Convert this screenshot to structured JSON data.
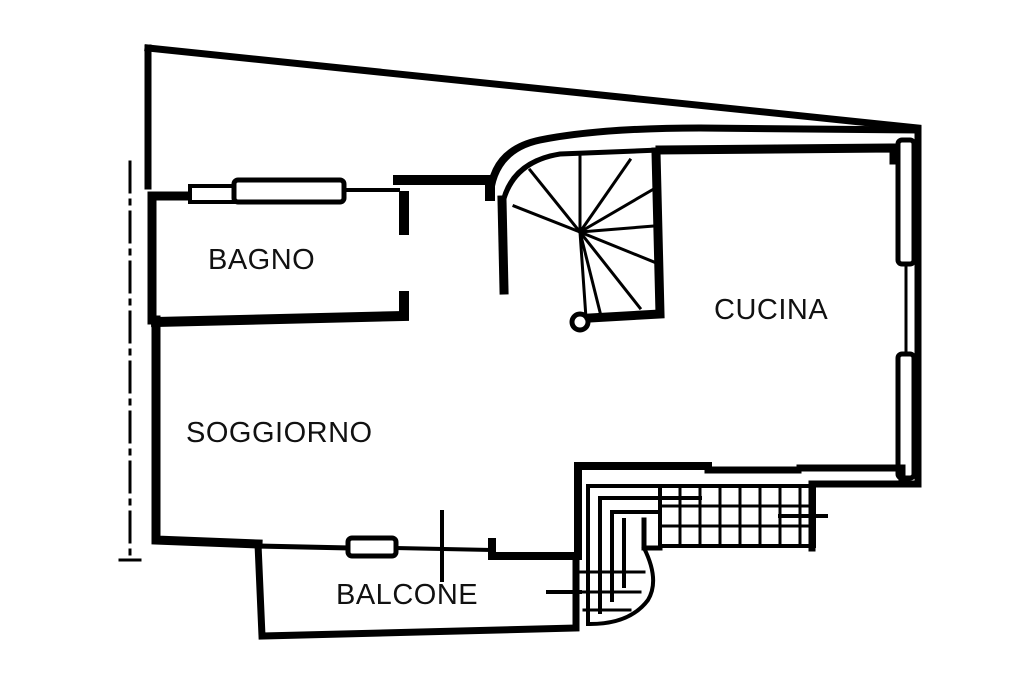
{
  "rooms": {
    "bagno": "BAGNO",
    "cucina": "CUCINA",
    "soggiorno": "SOGGIORNO",
    "balcone": "BALCONE"
  },
  "colors": {
    "ink": "#000000",
    "background": "#ffffff"
  }
}
